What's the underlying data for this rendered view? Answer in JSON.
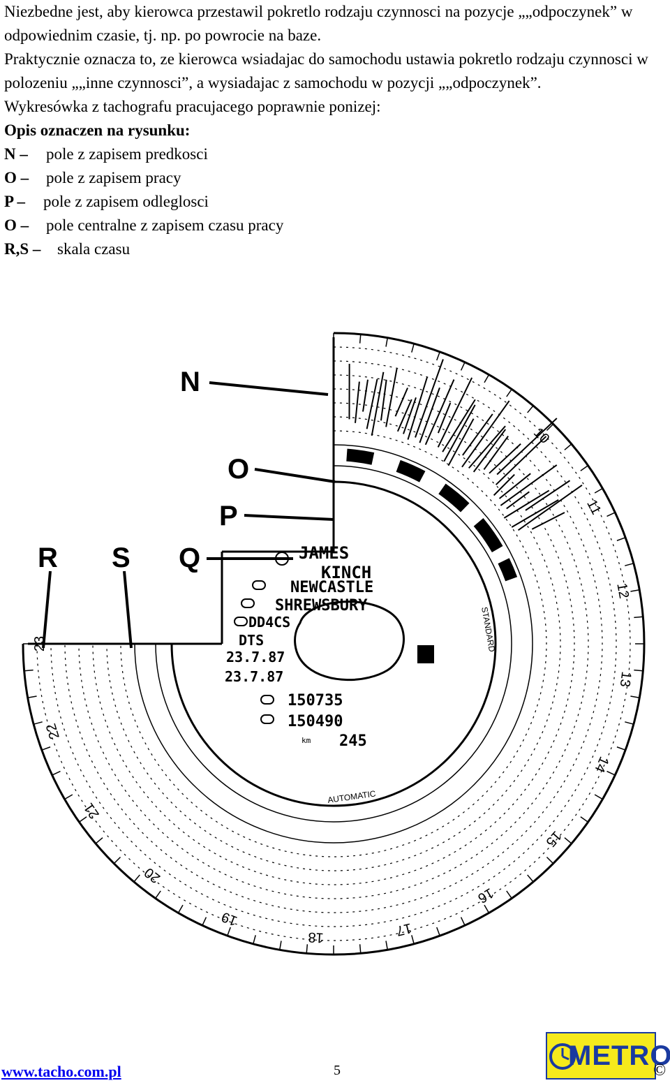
{
  "intro": {
    "line1": "Niezbedne jest, aby kierowca przestawil pokretlo rodzaju czynnosci na pozycje „„odpoczynek” w odpowiednim czasie, tj. np. po powrocie na baze.",
    "line2": "Praktycznie oznacza to, ze kierowca wsiadajac do samochodu ustawia pokretlo rodzaju czynnosci w polozeniu „„inne czynnosci”, a wysiadajac z samochodu w pozycji „„odpoczynek”.",
    "line3": "Wykresówka z tachografu pracujacego poprawnie ponizej:"
  },
  "legend": {
    "heading": "Opis oznaczen na rysunku:",
    "items": [
      {
        "key": "N –",
        "desc": "pole z zapisem predkosci"
      },
      {
        "key": "O –",
        "desc": "pole z zapisem pracy"
      },
      {
        "key": "P –",
        "desc": "pole z zapisem odleglosci"
      },
      {
        "key": "O –",
        "desc": "pole centralne z zapisem czasu pracy"
      },
      {
        "key": "R,S –",
        "desc": "skala czasu"
      }
    ]
  },
  "figure": {
    "labels": [
      "N",
      "O",
      "P",
      "Q",
      "R",
      "S"
    ],
    "handwriting": [
      "JAMES",
      "KINCH",
      "NEWCASTLE",
      "SHREWSBURY",
      "DD4CS",
      "DTS",
      "23.7.87",
      "23.7.87",
      "150735",
      "150490",
      "245"
    ],
    "hour_numbers": [
      "10",
      "11",
      "12",
      "13",
      "14",
      "15",
      "16",
      "17",
      "18",
      "19",
      "20",
      "21",
      "22",
      "23"
    ],
    "print_small": [
      "STANDARD",
      "AUTOMATIC",
      "km"
    ]
  },
  "footer": {
    "url": "www.tacho.com.pl",
    "page_number": "5",
    "copyright": "©",
    "logo_text": "METRO",
    "logo_bg": "#f6ea1c",
    "logo_fg": "#1a3aa0"
  }
}
